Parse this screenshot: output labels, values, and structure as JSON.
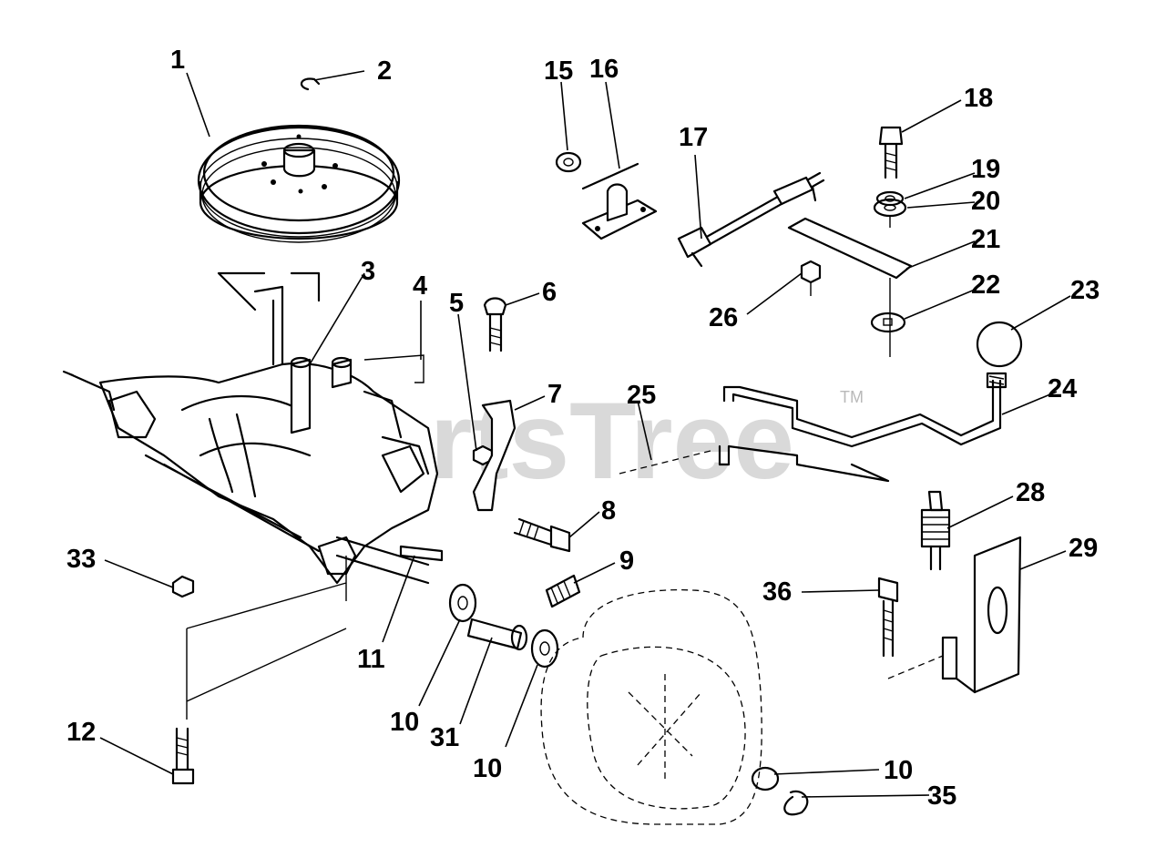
{
  "watermark": {
    "text": "PartsTree",
    "mark": "TM"
  },
  "callouts": {
    "c1": "1",
    "c2": "2",
    "c3": "3",
    "c4": "4",
    "c5": "5",
    "c6": "6",
    "c7": "7",
    "c8": "8",
    "c9": "9",
    "c10a": "10",
    "c10b": "10",
    "c10c": "10",
    "c11": "11",
    "c12": "12",
    "c15": "15",
    "c16": "16",
    "c17": "17",
    "c18": "18",
    "c19": "19",
    "c20": "20",
    "c21": "21",
    "c22": "22",
    "c23": "23",
    "c24": "24",
    "c25": "25",
    "c26": "26",
    "c28": "28",
    "c29": "29",
    "c31": "31",
    "c33": "33",
    "c35": "35",
    "c36": "36"
  }
}
